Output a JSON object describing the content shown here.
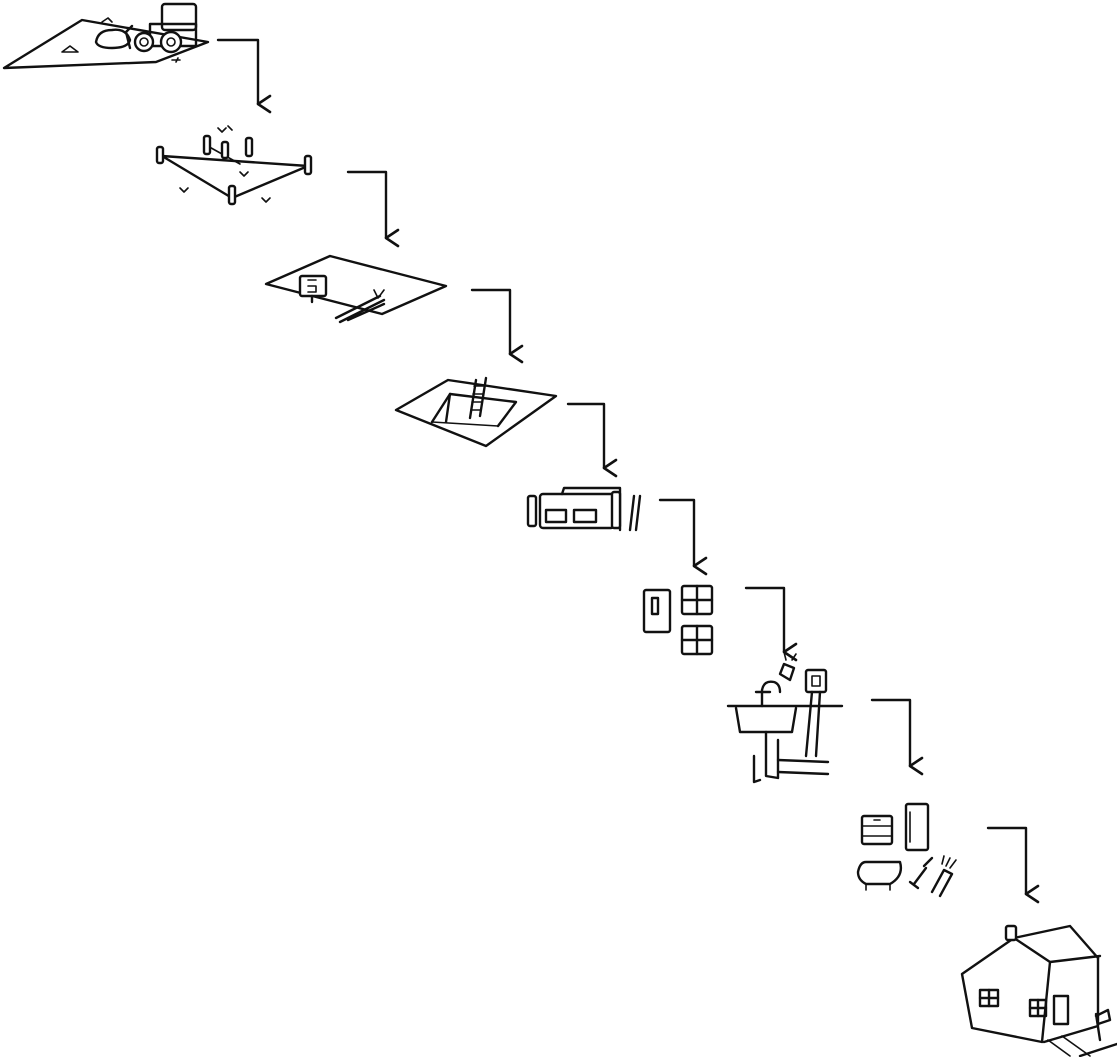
{
  "diagram": {
    "type": "flow",
    "ink_color": "#111111",
    "background": "#ffffff",
    "steps": [
      {
        "id": "site-clearing",
        "icon": "bulldozer-icon"
      },
      {
        "id": "site-staking",
        "icon": "survey-stakes-icon"
      },
      {
        "id": "utilities-permit",
        "icon": "permit-sign-icon"
      },
      {
        "id": "excavation",
        "icon": "foundation-pit-icon"
      },
      {
        "id": "wall-framing",
        "icon": "wall-panels-icon"
      },
      {
        "id": "doors-windows",
        "icon": "door-window-icon"
      },
      {
        "id": "plumbing-electrical",
        "icon": "sink-outlet-icon"
      },
      {
        "id": "fixtures-finishing",
        "icon": "furniture-paint-icon"
      },
      {
        "id": "finished-house",
        "icon": "house-icon"
      }
    ],
    "connectors": 8
  }
}
